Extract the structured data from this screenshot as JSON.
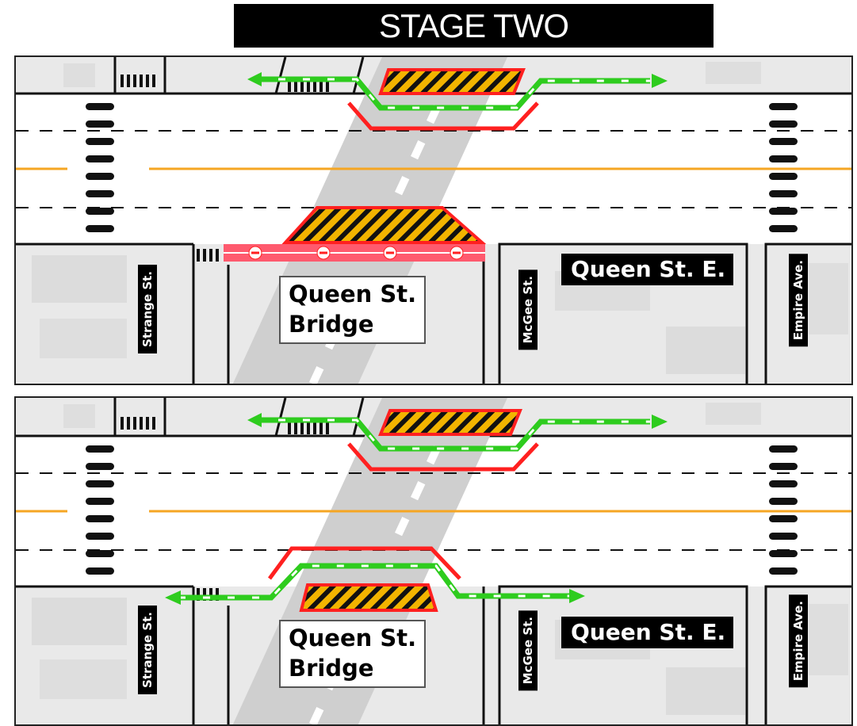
{
  "header": {
    "title": "STAGE TWO"
  },
  "panels": [
    {
      "streets": {
        "strange": "Strange St.",
        "mcgee": "McGee St.",
        "empire": "Empire Ave.",
        "queen_east": "Queen St. E."
      },
      "bridge": {
        "line1": "Queen St.",
        "line2": "Bridge"
      }
    },
    {
      "streets": {
        "strange": "Strange St.",
        "mcgee": "McGee St.",
        "empire": "Empire Ave.",
        "queen_east": "Queen St. E."
      },
      "bridge": {
        "line1": "Queen St.",
        "line2": "Bridge"
      }
    }
  ],
  "colors": {
    "detour_path": "#2ecc1e",
    "barrier": "#ff2020",
    "work_zone_stripe": "#f2b400",
    "centerline": "#f5a623",
    "closure_band": "#ff5a6e"
  }
}
